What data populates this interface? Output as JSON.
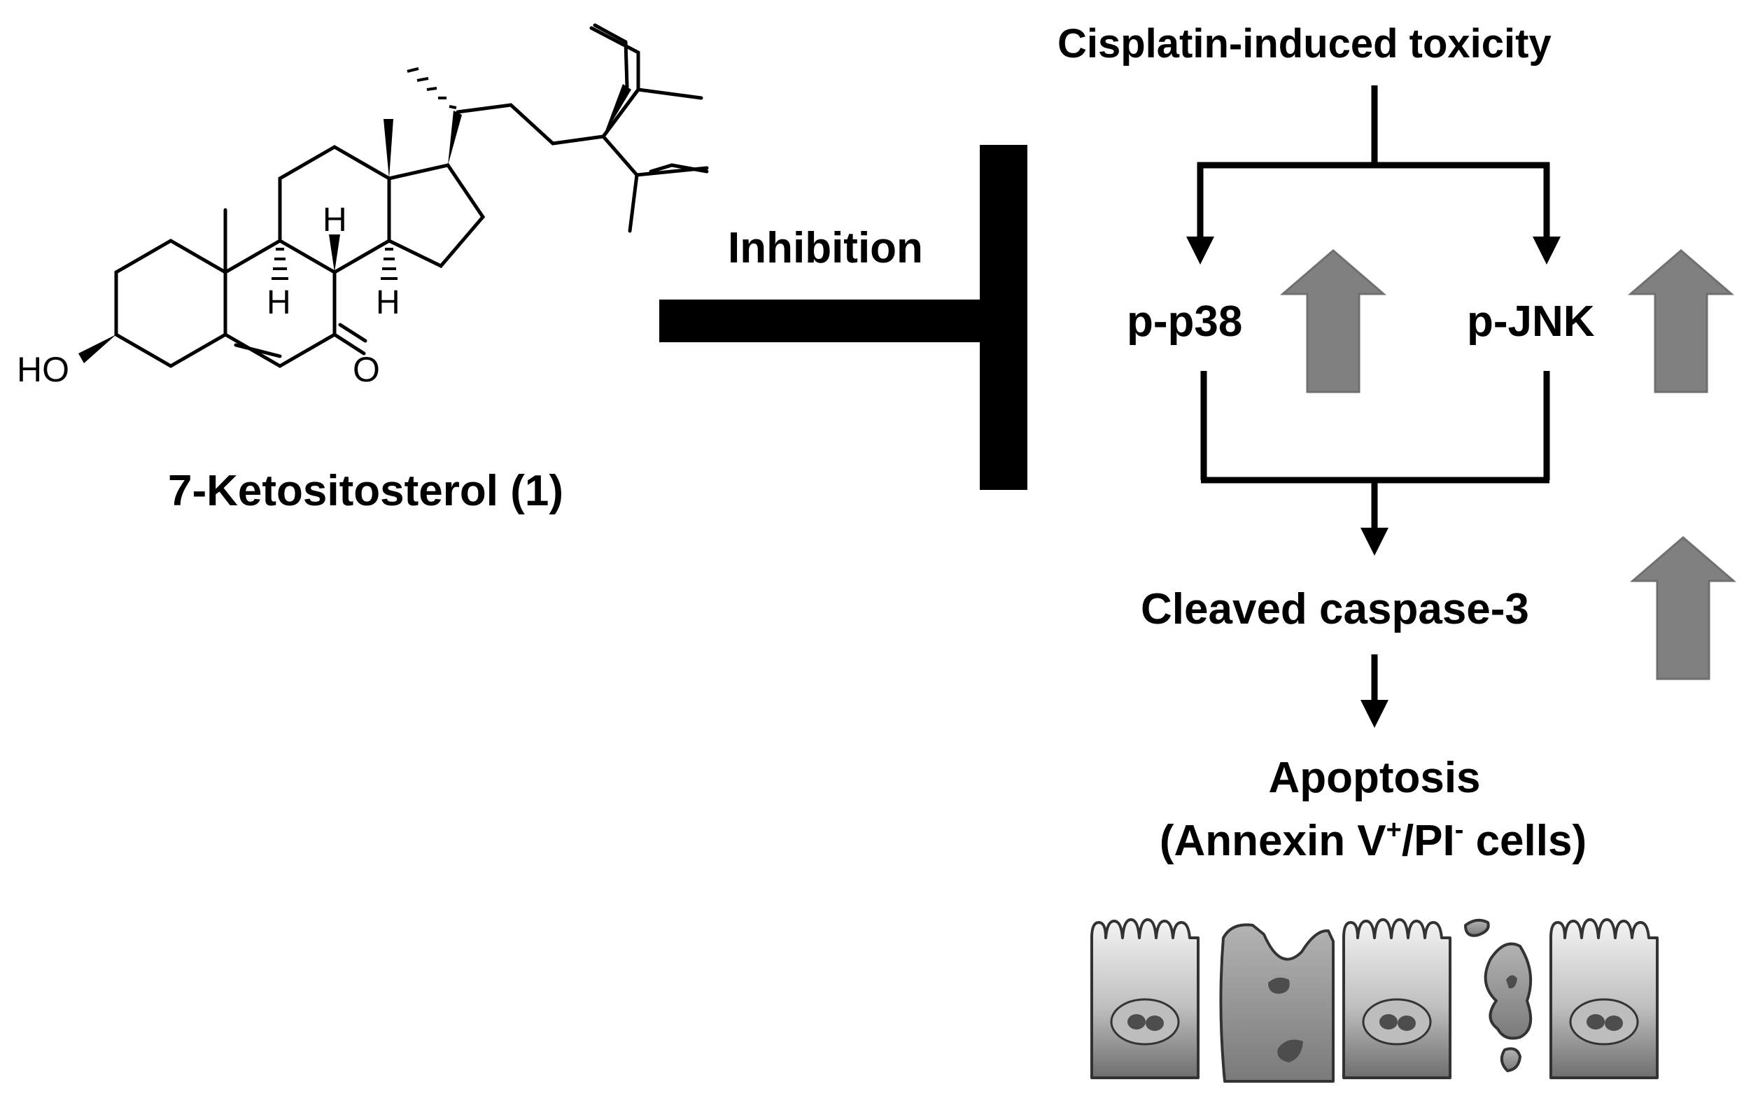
{
  "molecule": {
    "name": "7-Ketositosterol (1)",
    "atoms": {
      "ho": "HO",
      "o": "O",
      "h": "H"
    }
  },
  "inhibition_label": "Inhibition",
  "pathway": {
    "trigger": "Cisplatin-induced toxicity",
    "p38": "p-p38",
    "jnk": "p-JNK",
    "caspase": "Cleaved caspase-3",
    "apoptosis": "Apoptosis",
    "annexin": {
      "open": "(Annexin V",
      "plus": "+",
      "mid": "/PI",
      "minus": "-",
      "close": " cells)"
    }
  },
  "colors": {
    "line": "#000000",
    "up_arrow": "#808080",
    "cell_fill": "#d9d9d9",
    "cell_dark": "#4d4d4d"
  },
  "icons": [
    "up-arrow-icon",
    "inhibition-tee-icon",
    "epithelial-cells-illustration"
  ]
}
